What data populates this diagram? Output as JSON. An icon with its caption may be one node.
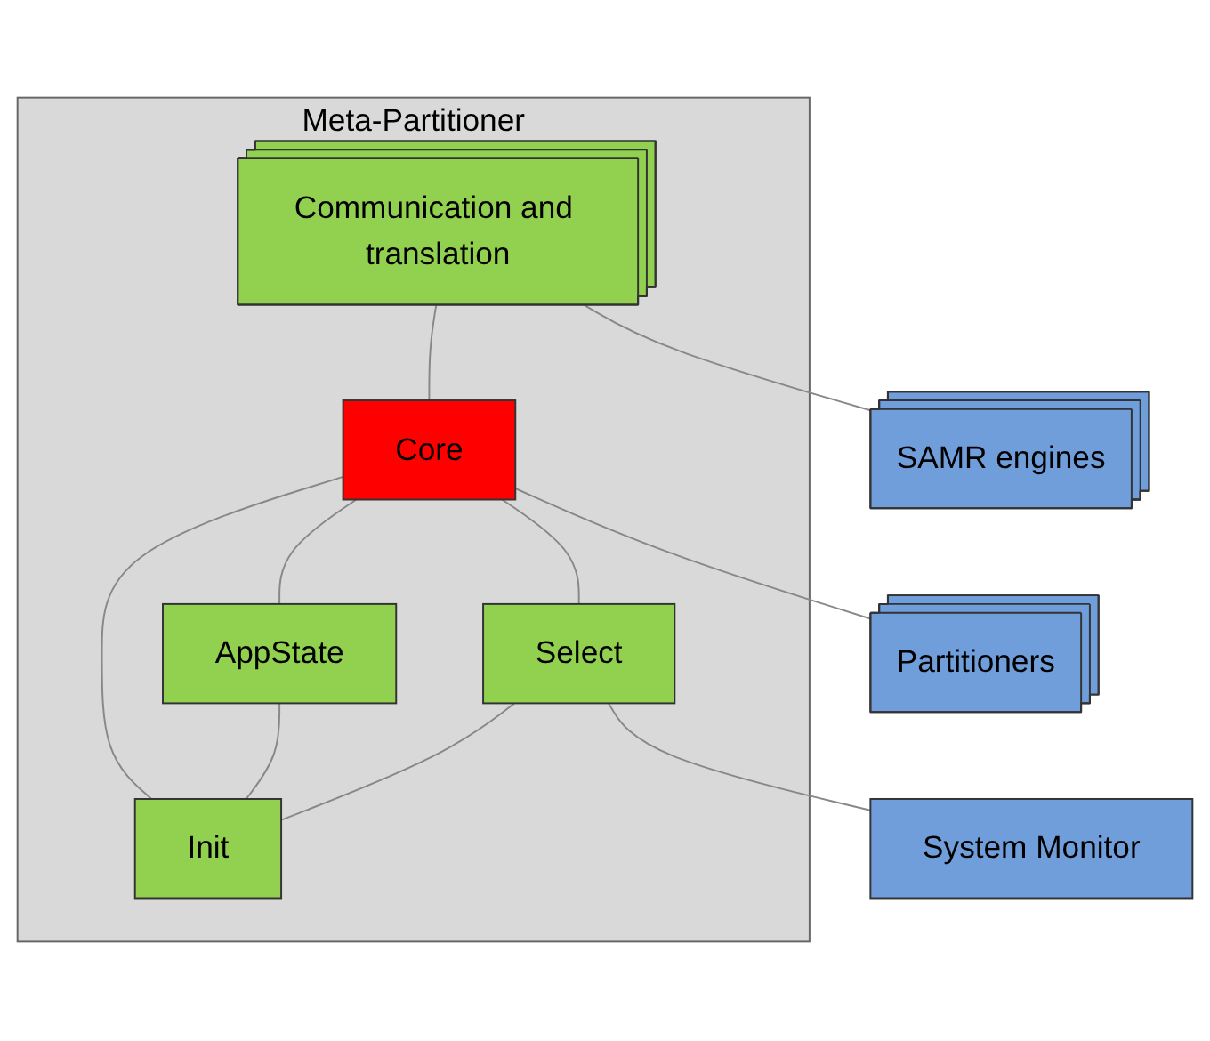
{
  "diagram": {
    "nodes": [
      {
        "text": [
          "Meta-Partitioner"
        ]
      },
      {
        "text": [
          "Communication and translation"
        ],
        "in": 0
      },
      {
        "text": [
          "SAMR engines"
        ]
      },
      {
        "text": [
          "Core"
        ],
        "in": 0
      },
      {
        "text": [
          "Partitioners"
        ]
      },
      {
        "text": [
          "AppState"
        ],
        "in": 0
      },
      {
        "text": [
          "Select"
        ],
        "in": 0
      },
      {
        "text": [
          "System Monitor"
        ]
      },
      {
        "text": [
          "Init"
        ],
        "in": 0
      }
    ],
    "edges": [
      {
        "from": 1,
        "to": 2,
        "arrow": "none"
      },
      {
        "from": 1,
        "to": 3,
        "arrow": "none"
      },
      {
        "from": 3,
        "to": 4,
        "arrow": "none"
      },
      {
        "from": 3,
        "to": 5,
        "arrow": "none"
      },
      {
        "from": 3,
        "to": 6,
        "arrow": "none"
      },
      {
        "from": 3,
        "to": 8,
        "arrow": "none"
      },
      {
        "from": 5,
        "to": 8,
        "arrow": "none"
      },
      {
        "from": 6,
        "to": 8,
        "arrow": "none"
      },
      {
        "from": 6,
        "to": 7,
        "arrow": "none"
      }
    ]
  }
}
